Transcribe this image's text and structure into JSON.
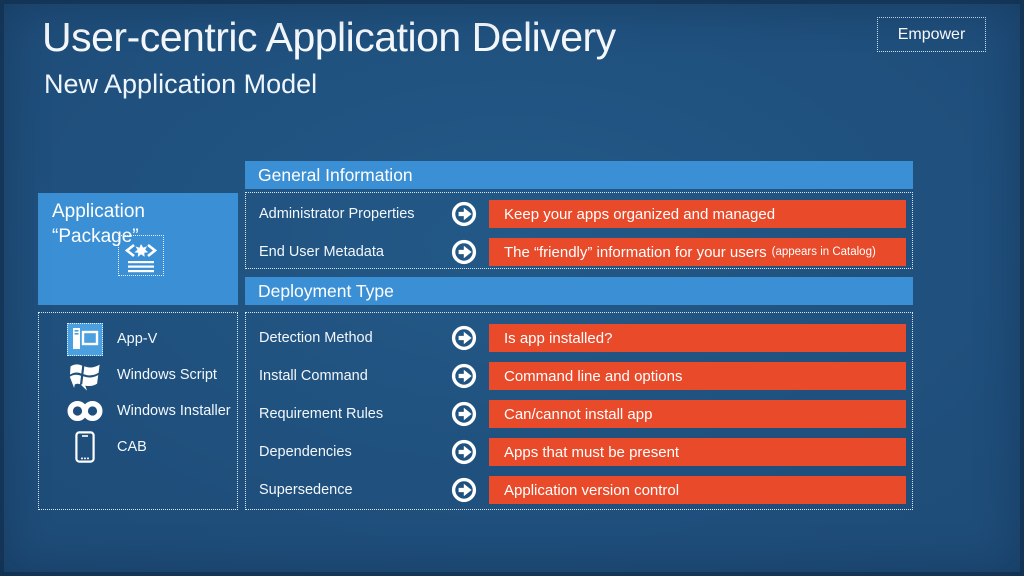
{
  "slide": {
    "title": "User-centric Application Delivery",
    "subtitle": "New Application Model",
    "badge": "Empower"
  },
  "colors": {
    "background": "#1F4E7B",
    "panel_blue": "#3B90D5",
    "accent_orange": "#E84A2A",
    "text": "#FFFFFF"
  },
  "package_box": {
    "line1": "Application",
    "line2": "“Package”",
    "icon": "xml-document-icon"
  },
  "sections": [
    {
      "header": "General Information",
      "rows": [
        {
          "label": "Administrator Properties",
          "value": "Keep your apps organized and managed",
          "suffix": ""
        },
        {
          "label": "End User Metadata",
          "value": "The “friendly” information for your users",
          "suffix": "(appears in Catalog)"
        }
      ]
    },
    {
      "header": "Deployment Type",
      "rows": [
        {
          "label": "Detection Method",
          "value": "Is app installed?",
          "suffix": ""
        },
        {
          "label": "Install Command",
          "value": "Command line and options",
          "suffix": ""
        },
        {
          "label": "Requirement Rules",
          "value": "Can/cannot install app",
          "suffix": ""
        },
        {
          "label": "Dependencies",
          "value": "Apps that must be present",
          "suffix": ""
        },
        {
          "label": "Supersedence",
          "value": "Application version control",
          "suffix": ""
        }
      ]
    }
  ],
  "deployment_types": [
    {
      "icon": "appv-icon",
      "label": "App-V"
    },
    {
      "icon": "windows-flag-icon",
      "label": "Windows Script"
    },
    {
      "icon": "infinity-icon",
      "label": "Windows Installer"
    },
    {
      "icon": "cab-phone-icon",
      "label": "CAB"
    }
  ]
}
